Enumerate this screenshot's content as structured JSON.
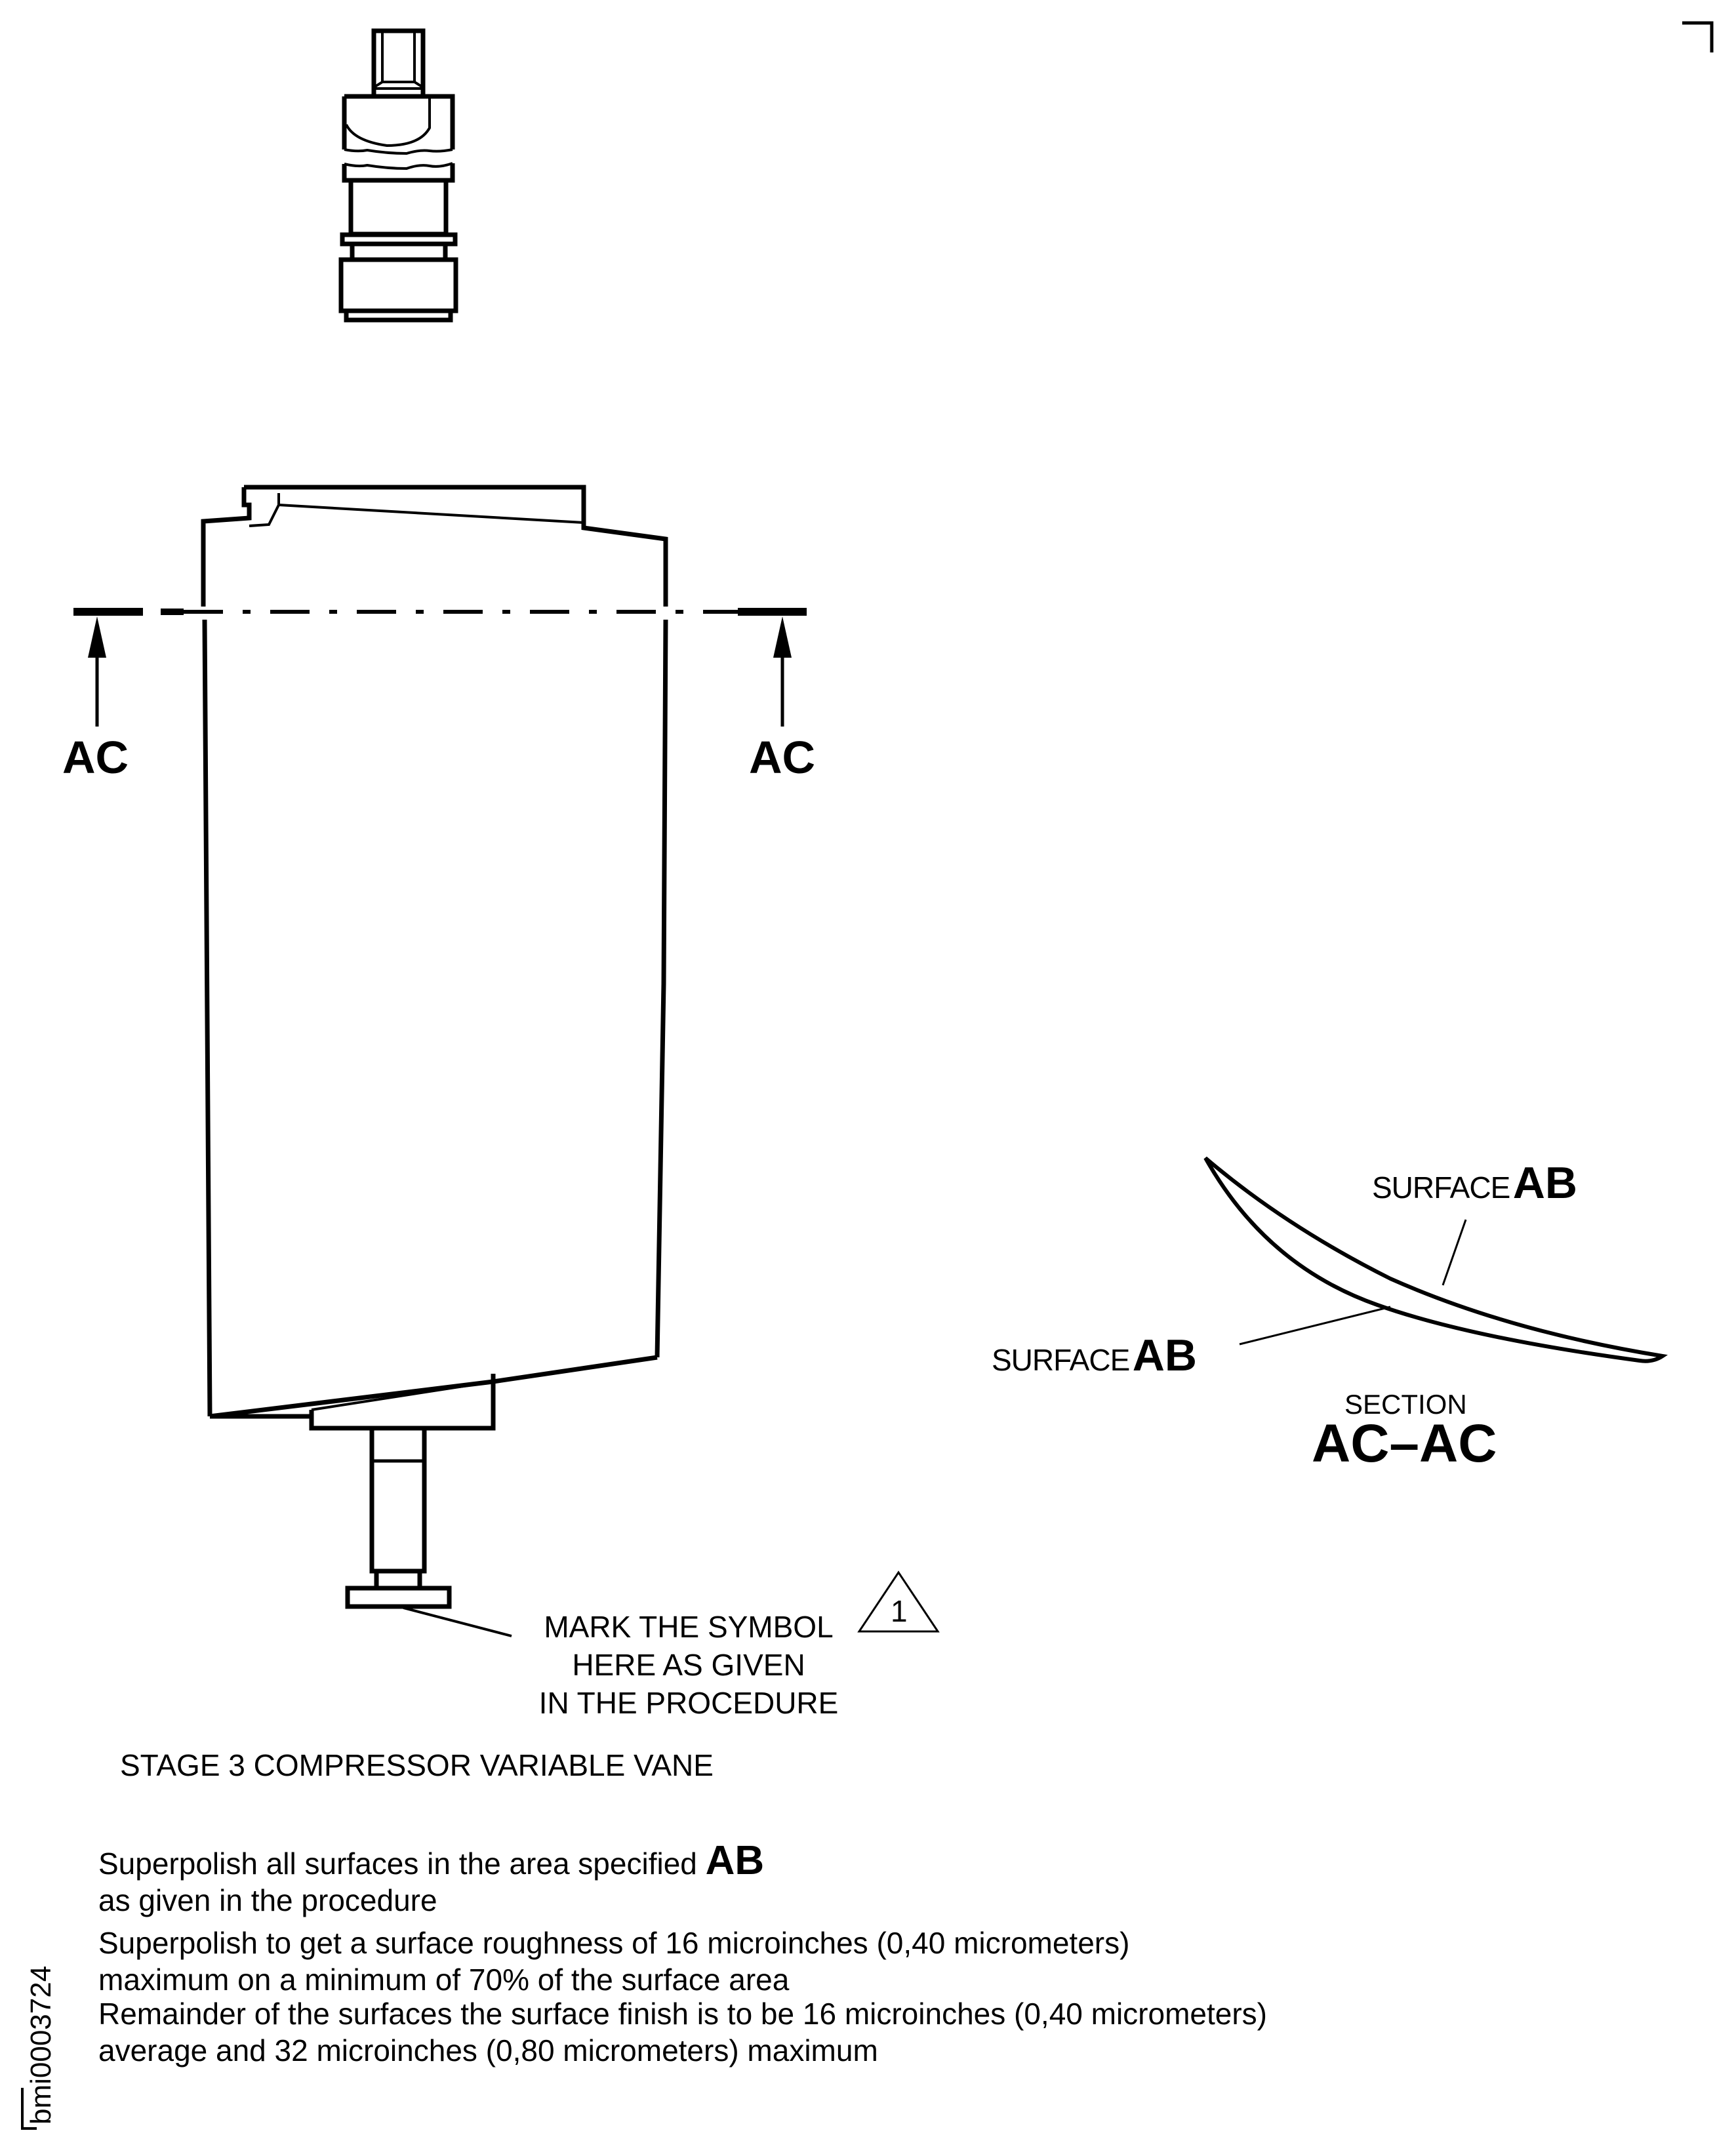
{
  "figure": {
    "caption": "STAGE 3 COMPRESSOR VARIABLE VANE",
    "document_id": "bmi0003724"
  },
  "section_markers": {
    "left_label": "AC",
    "right_label": "AC"
  },
  "section_view": {
    "title": "SECTION",
    "name": "AC–AC",
    "callouts": [
      {
        "prefix": "SURFACE",
        "code": "AB"
      },
      {
        "prefix": "SURFACE",
        "code": "AB"
      }
    ]
  },
  "mark_callout": {
    "lines": [
      "MARK THE SYMBOL",
      "HERE AS GIVEN",
      "IN THE PROCEDURE"
    ],
    "symbol_number": "1"
  },
  "notes": [
    {
      "line1": "Superpolish all surfaces in the area specified",
      "code": "AB",
      "line2": "as given in the procedure"
    },
    {
      "line1": "Superpolish to get a surface roughness of 16 microinches (0,40 micrometers)",
      "line2": "maximum on a minimum of 70% of the surface area"
    },
    {
      "line1": "Remainder of the surfaces the surface finish is to be 16 microinches (0,40 micrometers)",
      "line2": "average and 32 microinches (0,80 micrometers) maximum"
    }
  ],
  "colors": {
    "ink": "#000000",
    "paper": "#ffffff"
  }
}
